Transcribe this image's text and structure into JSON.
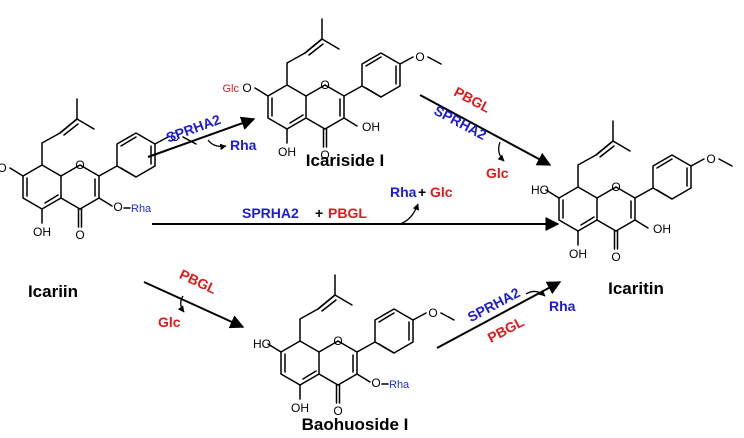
{
  "compounds": {
    "icariin": "Icariin",
    "icariside": "Icariside I",
    "baohuoside": "Baohuoside I",
    "icaritin": "Icaritin"
  },
  "enzymes": {
    "sprha2": "SPRHA2",
    "pbgl": "PBGL"
  },
  "sugars": {
    "rha": "Rha",
    "glc": "Glc"
  },
  "atoms": {
    "oh": "OH",
    "ho": "HO",
    "o": "O",
    "glc_o": "Glc",
    "o_rha": "O",
    "rha_sub": "Rha"
  },
  "symbols": {
    "plus": "+"
  },
  "colors": {
    "red": "#e01b1b",
    "blue": "#1c1cd8"
  }
}
